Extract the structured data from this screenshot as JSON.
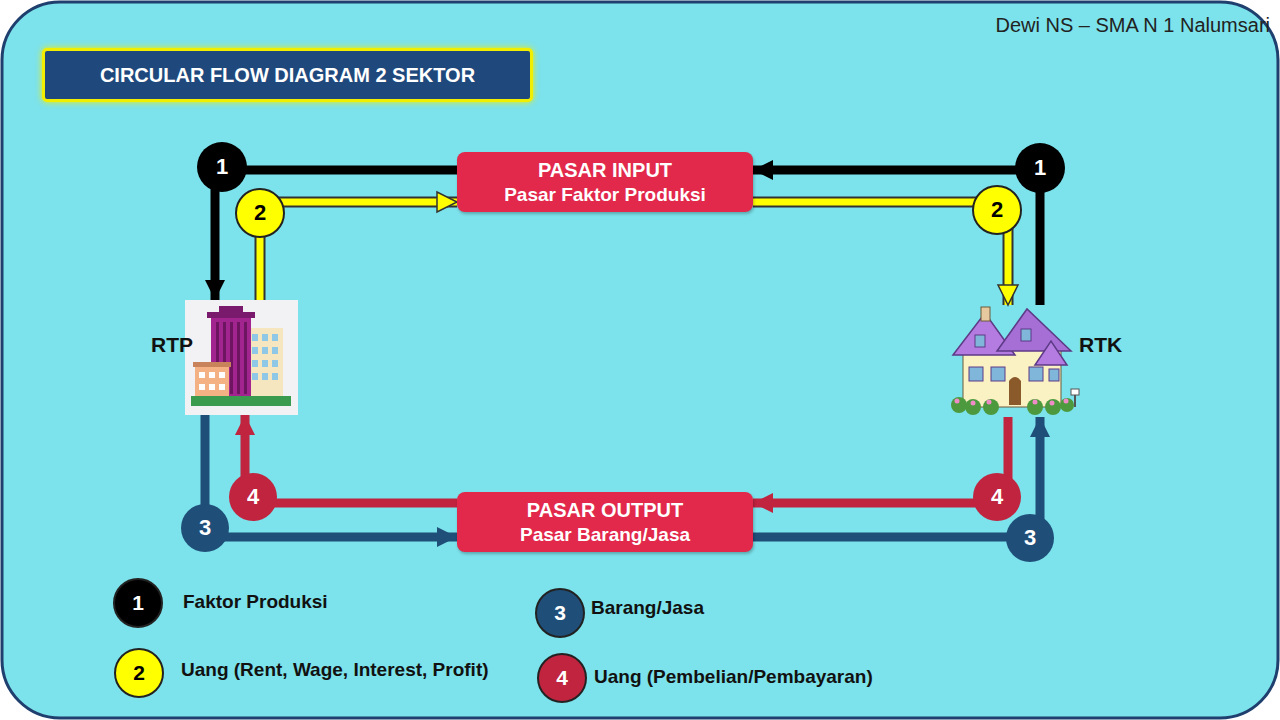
{
  "diagram": {
    "title": "CIRCULAR FLOW DIAGRAM 2 SEKTOR",
    "nodes": [
      {
        "text": [
          "PASAR INPUT",
          "Pasar Faktor Produksi"
        ]
      },
      {
        "text": [
          "RTP"
        ]
      },
      {
        "text": [
          "RTK"
        ]
      },
      {
        "text": [
          "PASAR OUTPUT",
          "Pasar Barang/Jasa"
        ]
      }
    ],
    "edges": [
      {
        "from": 2,
        "to": 0,
        "arrow": "to",
        "label": "1"
      },
      {
        "from": 0,
        "to": 1,
        "arrow": "to",
        "label": "1"
      },
      {
        "from": 1,
        "to": 0,
        "arrow": "to",
        "label": "2"
      },
      {
        "from": 0,
        "to": 2,
        "arrow": "to",
        "label": "2"
      },
      {
        "from": 1,
        "to": 3,
        "arrow": "to",
        "label": "3"
      },
      {
        "from": 3,
        "to": 2,
        "arrow": "to",
        "label": "3"
      },
      {
        "from": 2,
        "to": 3,
        "arrow": "to",
        "label": "4"
      },
      {
        "from": 3,
        "to": 1,
        "arrow": "to",
        "label": "4"
      }
    ],
    "labels": [
      "Dewi NS – SMA N 1 Nalumsari",
      "1",
      "2",
      "3",
      "4"
    ],
    "legend": [
      {
        "text": "Faktor Produksi",
        "color": "#000000"
      },
      {
        "text": "Uang (Rent, Wage, Interest, Profit)",
        "color": "#ffff00"
      },
      {
        "text": "Barang/Jasa",
        "color": "#1f4e79"
      },
      {
        "text": "Uang (Pembelian/Pembayaran)",
        "color": "#c0243f"
      }
    ]
  }
}
